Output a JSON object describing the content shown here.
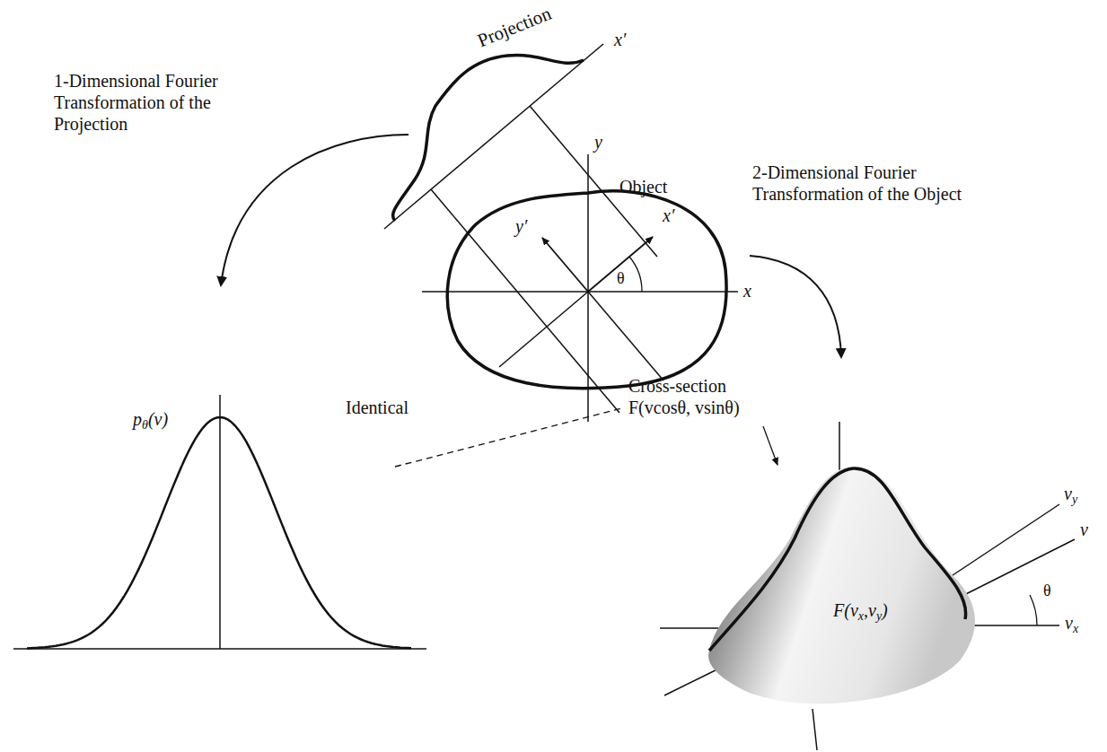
{
  "diagram": {
    "labels": [
      "Projection",
      "x′",
      "y",
      "Object",
      "1-Dimensional Fourier Transformation of the Projection",
      "2-Dimensional Fourier Transformation of the Object",
      "y′",
      "x′",
      "θ",
      "x",
      "Cross-section F(vcosθ, vsinθ)",
      "Identical",
      "vy",
      "pθ(v)",
      "v",
      "θ",
      "vx",
      "F(vx,vy)"
    ]
  }
}
